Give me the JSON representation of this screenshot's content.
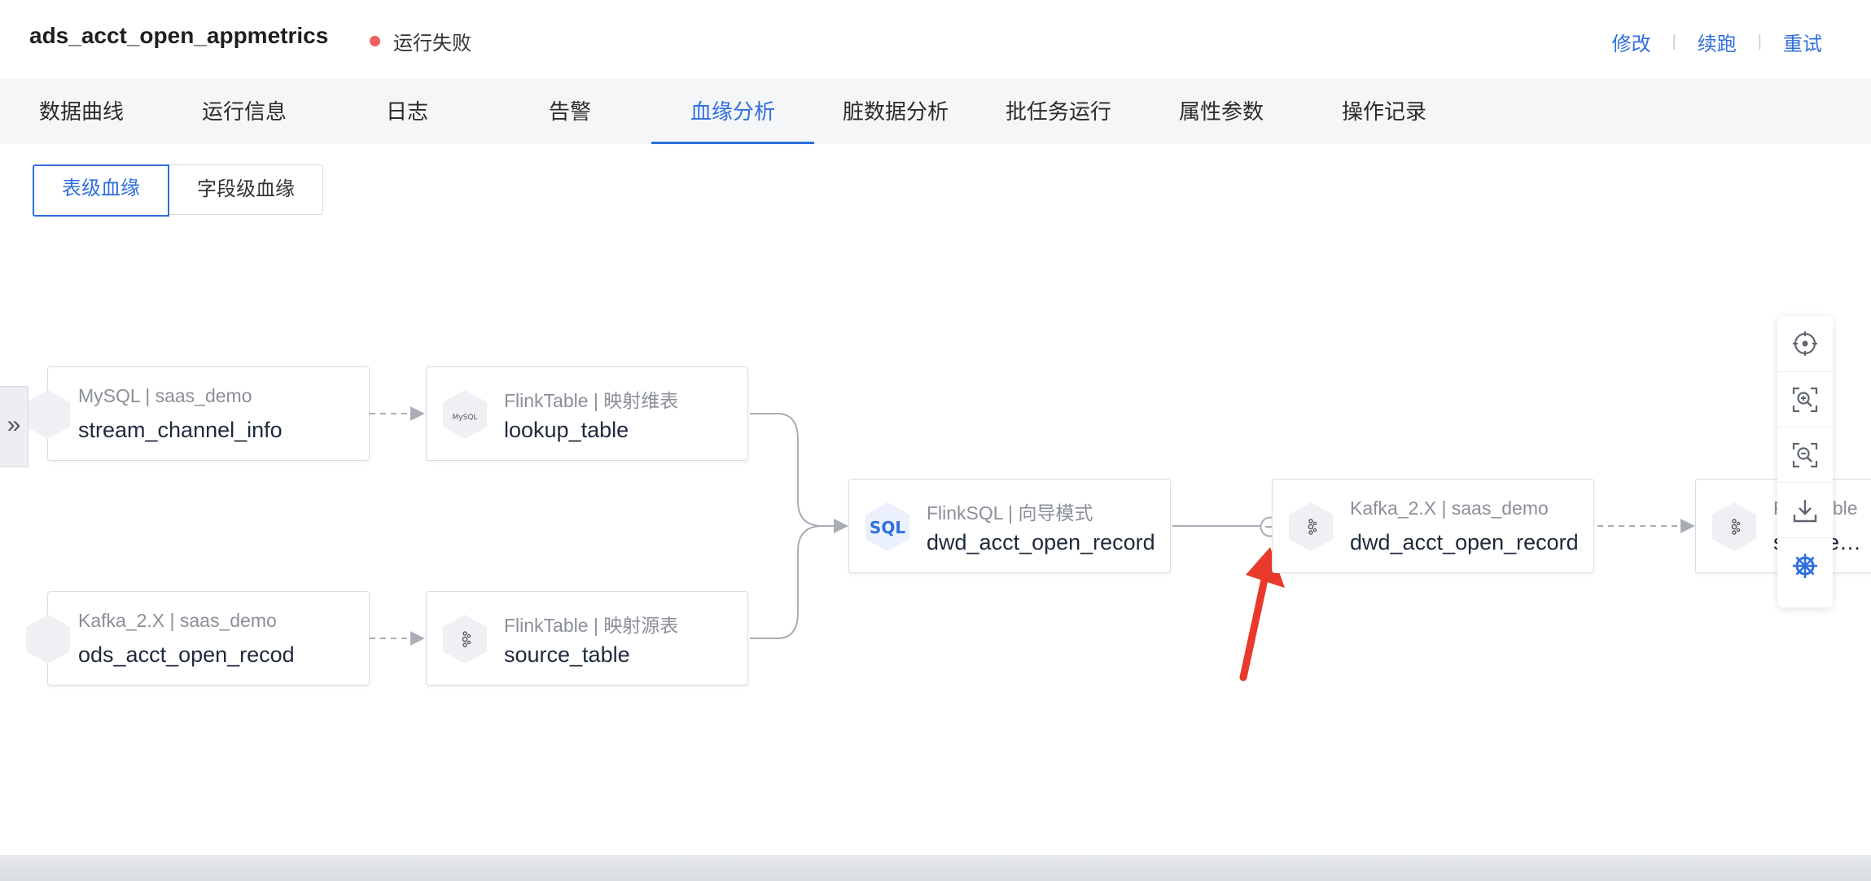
{
  "header": {
    "title": "ads_acct_open_appmetrics",
    "status_text": "运行失败",
    "status_color": "#f0605f",
    "actions": [
      "修改",
      "续跑",
      "重试"
    ]
  },
  "tabs": [
    {
      "label": "数据曲线",
      "active": false
    },
    {
      "label": "运行信息",
      "active": false
    },
    {
      "label": "日志",
      "active": false
    },
    {
      "label": "告警",
      "active": false
    },
    {
      "label": "血缘分析",
      "active": true
    },
    {
      "label": "脏数据分析",
      "active": false
    },
    {
      "label": "批任务运行",
      "active": false
    },
    {
      "label": "属性参数",
      "active": false
    },
    {
      "label": "操作记录",
      "active": false
    }
  ],
  "lineage_toggle": {
    "table_level": "表级血缘",
    "field_level": "字段级血缘",
    "selected": "表级血缘"
  },
  "expand_panel_glyph": "»",
  "nodes": {
    "stream_channel_info": {
      "type_line": "MySQL | saas_demo",
      "name": "stream_channel_info",
      "icon": "mysql-icon"
    },
    "lookup_table": {
      "type_line": "FlinkTable | 映射维表",
      "name": "lookup_table",
      "icon": "mysql-logo-icon"
    },
    "ods_acct_open_recod": {
      "type_line": "Kafka_2.X | saas_demo",
      "name": "ods_acct_open_recod",
      "icon": "kafka-icon"
    },
    "source_table": {
      "type_line": "FlinkTable | 映射源表",
      "name": "source_table",
      "icon": "kafka-icon"
    },
    "flinksql": {
      "type_line": "FlinkSQL | 向导模式",
      "name": "dwd_acct_open_record",
      "icon": "sql-icon",
      "icon_text": "SQL"
    },
    "kafka_sink": {
      "type_line": "Kafka_2.X | saas_demo",
      "name": "dwd_acct_open_record",
      "icon": "kafka-icon"
    },
    "flinktable_sink": {
      "type_line": "FlinkTable",
      "name": "source_table",
      "icon": "kafka-icon"
    }
  },
  "annotation": {
    "color": "#e8392a",
    "meaning": "red arrow pointing at collapse node"
  },
  "toolbar": [
    "locate-icon",
    "zoom-in-icon",
    "zoom-out-icon",
    "download-icon",
    "layout-icon"
  ],
  "colors": {
    "accent": "#2f6fe0",
    "edge": "#a9adb6"
  }
}
